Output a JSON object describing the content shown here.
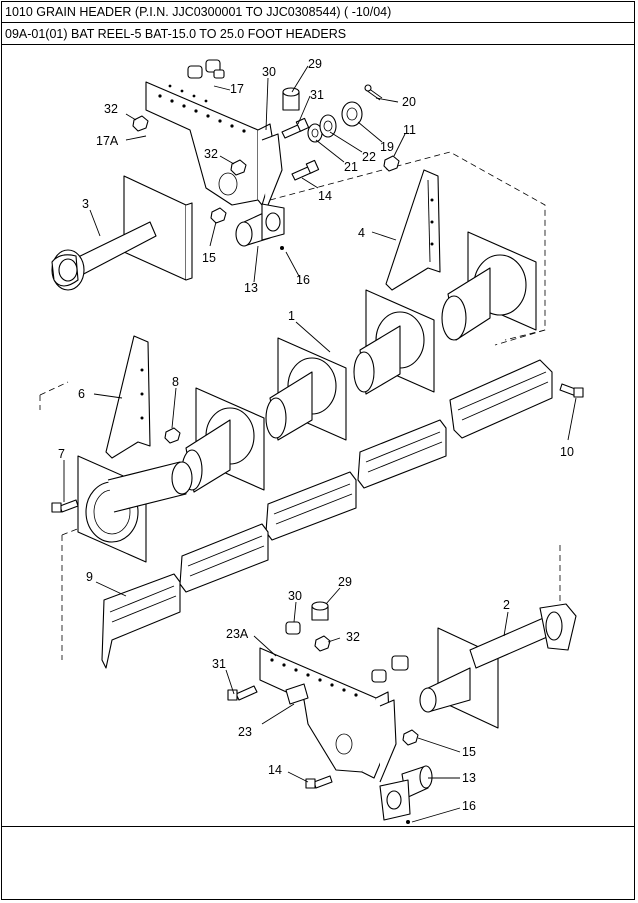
{
  "header": {
    "title": "1010 GRAIN HEADER (P.I.N. JJC0300001 TO JJC0308544) ( -10/04)",
    "subtitle": "09A-01(01) BAT REEL-5 BAT-15.0 TO 25.0 FOOT HEADERS"
  },
  "callouts": {
    "c29a": "29",
    "c30a": "30",
    "c17": "17",
    "c31a": "31",
    "c20": "20",
    "c32a": "32",
    "c17A": "17A",
    "c32b": "32",
    "c11": "11",
    "c19": "19",
    "c22": "22",
    "c21": "21",
    "c14a": "14",
    "c3": "3",
    "c4": "4",
    "c15a": "15",
    "c13a": "13",
    "c16a": "16",
    "c1": "1",
    "c6": "6",
    "c8": "8",
    "c10": "10",
    "c7": "7",
    "c9": "9",
    "c29b": "29",
    "c30b": "30",
    "c2": "2",
    "c23A": "23A",
    "c32c": "32",
    "c31b": "31",
    "c23": "23",
    "c15b": "15",
    "c14b": "14",
    "c13b": "13",
    "c16b": "16"
  }
}
